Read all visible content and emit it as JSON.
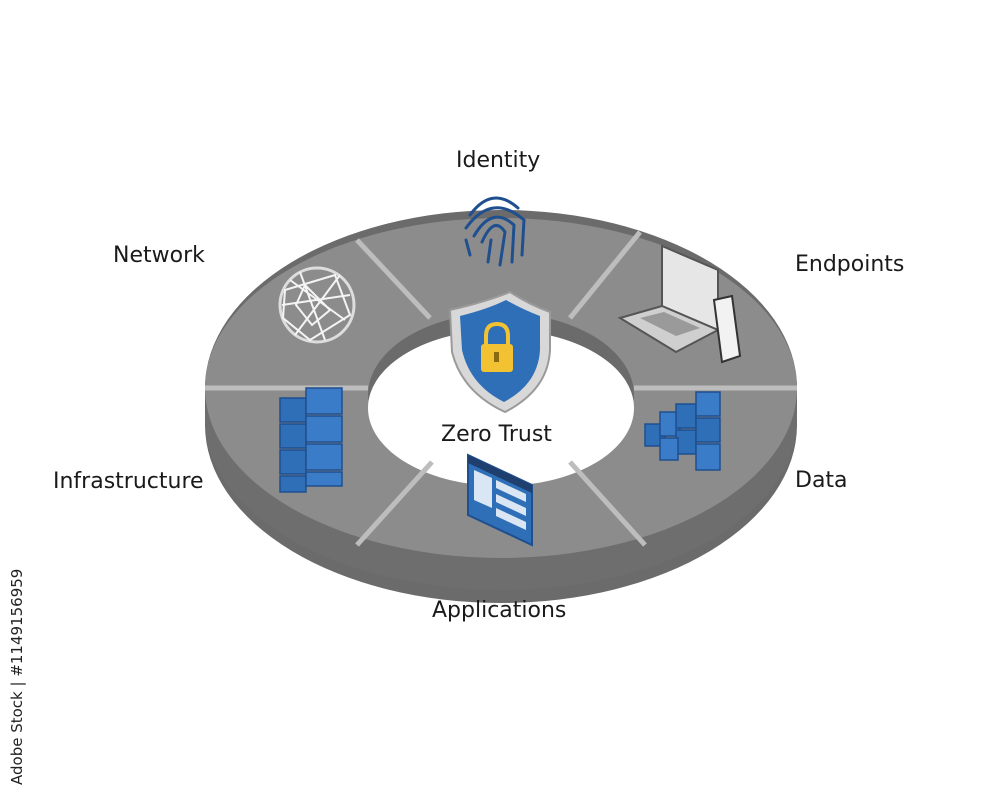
{
  "diagram": {
    "center_label": "Zero Trust",
    "segments": [
      {
        "label": "Identity",
        "icon": "fingerprint-icon"
      },
      {
        "label": "Endpoints",
        "icon": "laptop-phone-icon"
      },
      {
        "label": "Data",
        "icon": "data-blocks-icon"
      },
      {
        "label": "Applications",
        "icon": "app-window-icon"
      },
      {
        "label": "Infrastructure",
        "icon": "server-rack-icon"
      },
      {
        "label": "Network",
        "icon": "network-mesh-icon"
      }
    ],
    "center_icon": "shield-lock-icon"
  },
  "colors": {
    "ring_top": "#8c8c8c",
    "ring_side": "#6b6b6b",
    "divider": "#b9b9b9",
    "accent_blue": "#2f6fb8",
    "accent_blue_dark": "#1f4f8f",
    "lock_yellow": "#f2c233"
  },
  "watermark": {
    "vertical_text": "Adobe Stock | #1149156959"
  }
}
